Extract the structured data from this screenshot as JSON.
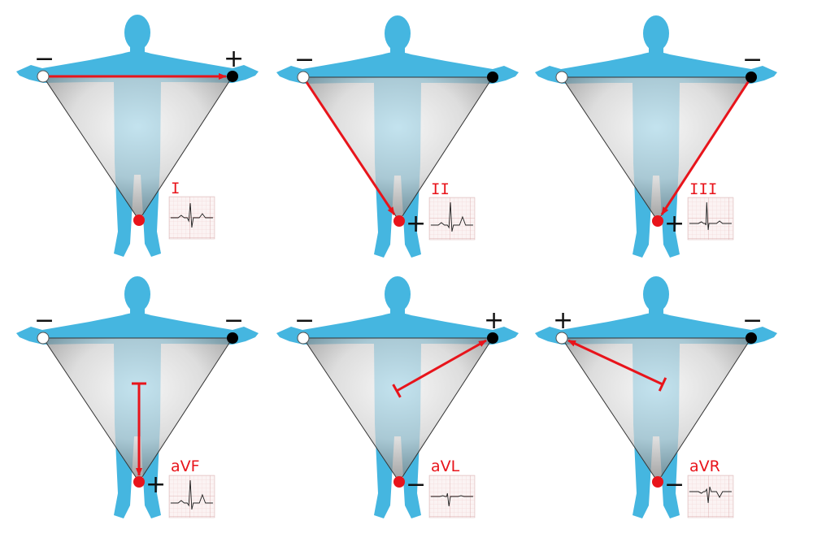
{
  "colors": {
    "body": "#45b6e0",
    "vector": "#e8141b",
    "electrode_left": "#ffffff",
    "electrode_right": "#000000",
    "electrode_foot": "#e8141b",
    "ecg_grid": "#e7bcbc"
  },
  "panels": [
    {
      "lead": "I",
      "type": "bipolar",
      "vector": "left-to-right",
      "signs": {
        "left": "−",
        "right": "+",
        "foot": ""
      },
      "ecg": "normal"
    },
    {
      "lead": "II",
      "type": "bipolar",
      "vector": "left-to-foot",
      "signs": {
        "left": "−",
        "right": "",
        "foot": "+"
      },
      "ecg": "tall"
    },
    {
      "lead": "III",
      "type": "bipolar",
      "vector": "right-to-foot",
      "signs": {
        "left": "",
        "right": "−",
        "foot": "+"
      },
      "ecg": "narrow"
    },
    {
      "lead": "aVF",
      "type": "augmented",
      "vector": "center-to-foot",
      "signs": {
        "left": "−",
        "right": "−",
        "foot": "+"
      },
      "ecg": "tall"
    },
    {
      "lead": "aVL",
      "type": "augmented",
      "vector": "center-to-right",
      "signs": {
        "left": "−",
        "right": "+",
        "foot": "−"
      },
      "ecg": "small"
    },
    {
      "lead": "aVR",
      "type": "augmented",
      "vector": "center-to-left",
      "signs": {
        "left": "+",
        "right": "−",
        "foot": "−"
      },
      "ecg": "inverted"
    }
  ]
}
